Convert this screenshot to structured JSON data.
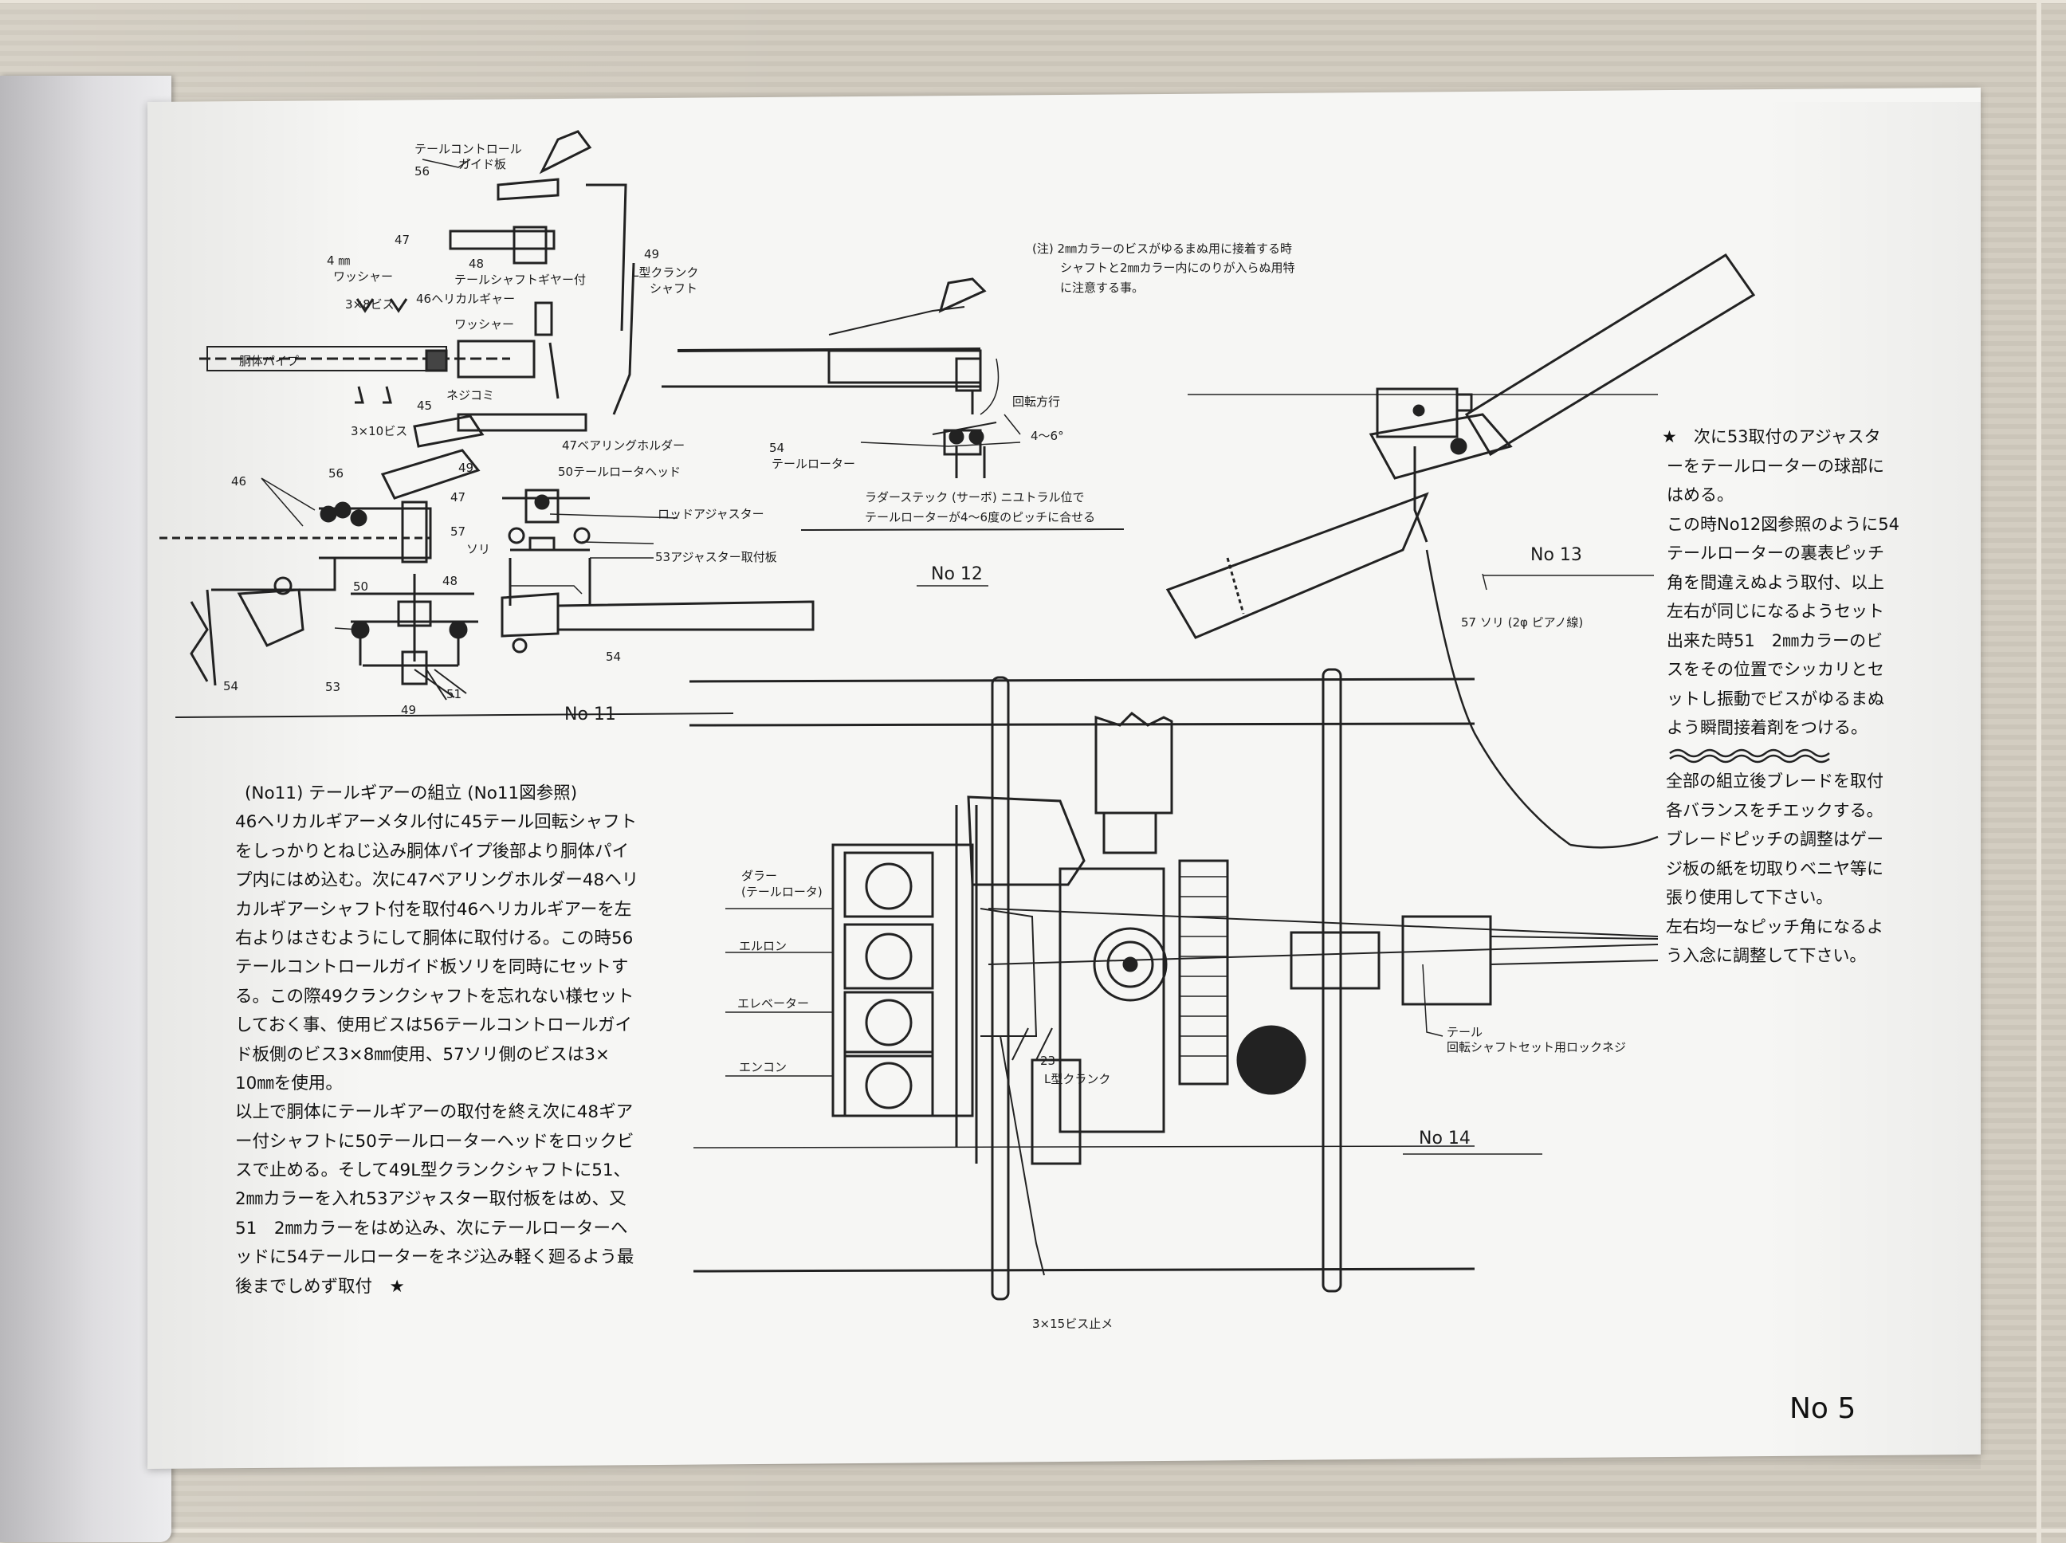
{
  "figures": {
    "fig11": {
      "title": "No 11",
      "labels": {
        "tail_control": "テールコントロール",
        "guide_plate": "ガイド板",
        "n56a": "56",
        "n47a": "47",
        "washer4mm_a": "4 ㎜",
        "washer4mm_b": "ワッシャー",
        "n48": "48",
        "tail_shaft_gear": "テールシャフトギヤー付",
        "n46_helical": "46ヘリカルギャー",
        "screw3x8": "3×8ビス",
        "washer": "ワッシャー",
        "body_pipe": "胴体パイプ",
        "n45": "45",
        "screw_in": "ネジコミ",
        "screw3x10": "3×10ビス",
        "n49_crank_a": "49",
        "n49_crank_b": "L型クランク",
        "n49_crank_c": "シャフト",
        "bearing_holder": "47ベアリングホルダー",
        "n46b": "46",
        "n56b": "56",
        "n49b": "49",
        "n47b": "47",
        "tail_rotor_head": "50テールロータヘッド",
        "rod_adjuster": "ロッドアジャスター",
        "n57": "57",
        "sori": "ソリ",
        "adjuster_plate": "53アジャスター取付板",
        "n48b": "48",
        "n50": "50",
        "n54a": "54",
        "n54b": "54",
        "n53": "53",
        "n51": "51",
        "n49c": "49"
      }
    },
    "fig12": {
      "title": "No 12",
      "note_lines": [
        "(注) 2㎜カラーのビスがゆるまぬ用に接着する時",
        "シャフトと2㎜カラー内にのりが入らぬ用特",
        "に注意する事。"
      ],
      "rotation": "回転方行",
      "angle": "4～6°",
      "n54": "54",
      "tail_rotor": "テールローター",
      "caption_lines": [
        "ラダーステック (サーボ) ニユトラル位で",
        "テールローターが4～6度のピッチに合せる"
      ]
    },
    "fig13": {
      "title": "No 13",
      "sori": "57 ソリ (2φ ピアノ線)"
    },
    "fig14": {
      "title": "No 14",
      "rudder_a": "ダラー",
      "rudder_b": "(テールロータ)",
      "aileron": "エルロン",
      "elevator": "エレベーター",
      "engine_control": "エンコン",
      "n23": "23",
      "l_crank": "L型クランク",
      "tail_a": "テール",
      "tail_b": "回転シャフトセット用ロックネジ",
      "screw_stop": "3×15ビス止メ"
    }
  },
  "left_text": {
    "heading": "(No11) テールギアーの組立 (No11図参照)",
    "lines": [
      "46ヘリカルギアーメタル付に45テール回転シャフト",
      "をしっかりとねじ込み胴体パイプ後部より胴体パイ",
      "プ内にはめ込む。次に47ベアリングホルダー48ヘリ",
      "カルギアーシャフト付を取付46ヘリカルギアーを左",
      "右よりはさむようにして胴体に取付ける。この時56",
      "テールコントロールガイド板ソリを同時にセットす",
      "る。この際49クランクシャフトを忘れない様セット",
      "しておく事、使用ビスは56テールコントロールガイ",
      "ド板側のビス3×8㎜使用、57ソリ側のビスは3×",
      "10㎜を使用。",
      "以上で胴体にテールギアーの取付を終え次に48ギア",
      "ー付シャフトに50テールローターヘッドをロックビ",
      "スで止める。そして49L型クランクシャフトに51、",
      "2㎜カラーを入れ53アジャスター取付板をはめ、又",
      "51　2㎜カラーをはめ込み、次にテールローターヘ",
      "ッドに54テールローターをネジ込み軽く廻るよう最",
      "後までしめず取付　★"
    ]
  },
  "right_text": {
    "lines_a": [
      "★　次に53取付のアジャスタ",
      "ーをテールローターの球部に",
      "はめる。",
      "この時No12図参照のように54",
      "テールローターの裏表ピッチ",
      "角を間違えぬよう取付、以上",
      "左右が同じになるようセット",
      "出来た時51　2㎜カラーのビ",
      "スをその位置でシッカリとセ",
      "ットし振動でビスがゆるまぬ",
      "よう瞬間接着剤をつける。"
    ],
    "lines_b": [
      "全部の組立後ブレードを取付",
      "各バランスをチエックする。",
      "ブレードピッチの調整はゲー",
      "ジ板の紙を切取りベニヤ等に",
      "張り使用して下さい。",
      "左右均一なピッチ角になるよ",
      "う入念に調整して下さい。"
    ]
  },
  "page_number": "No 5"
}
